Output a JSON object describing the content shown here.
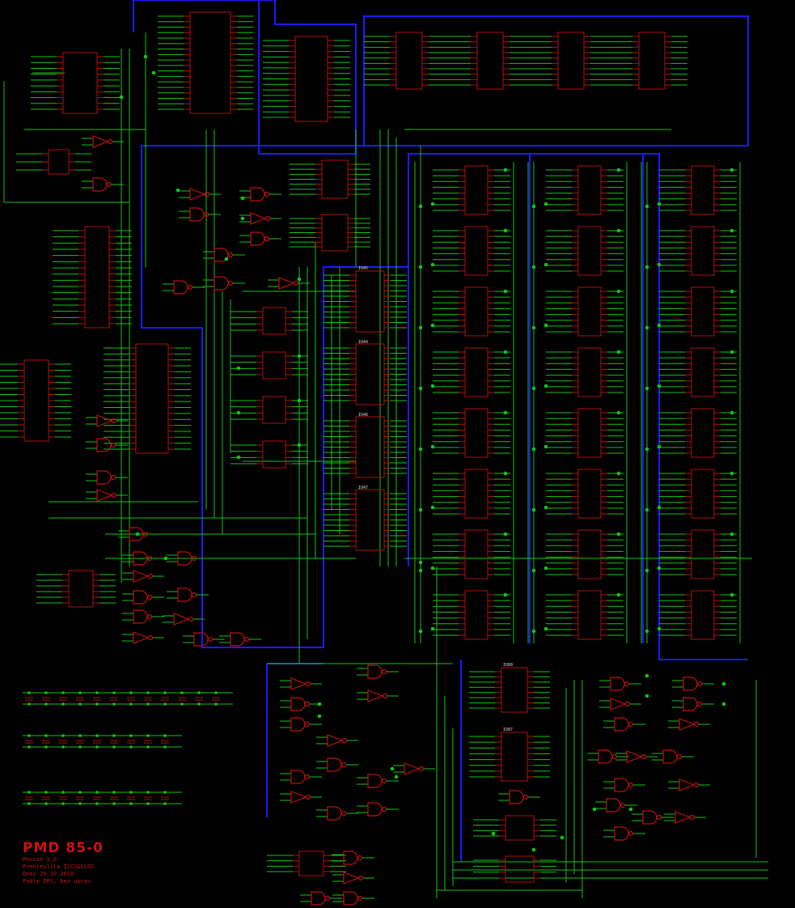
{
  "schematic": {
    "title": "PMD 85-0",
    "info_lines": [
      "Revize 1.0",
      "Prekreslila ICCS&SLOS",
      "Dnes 29.10.2018",
      "Podle DPS, bez uprav"
    ],
    "chip_labels": [
      "IO45",
      "IO44",
      "IO46",
      "IO47",
      "IO88",
      "IO87"
    ],
    "colors": {
      "background": "#000000",
      "bus": "#1a1aff",
      "wire": "#13c413",
      "component": "#b01010",
      "title": "#d01010"
    }
  }
}
